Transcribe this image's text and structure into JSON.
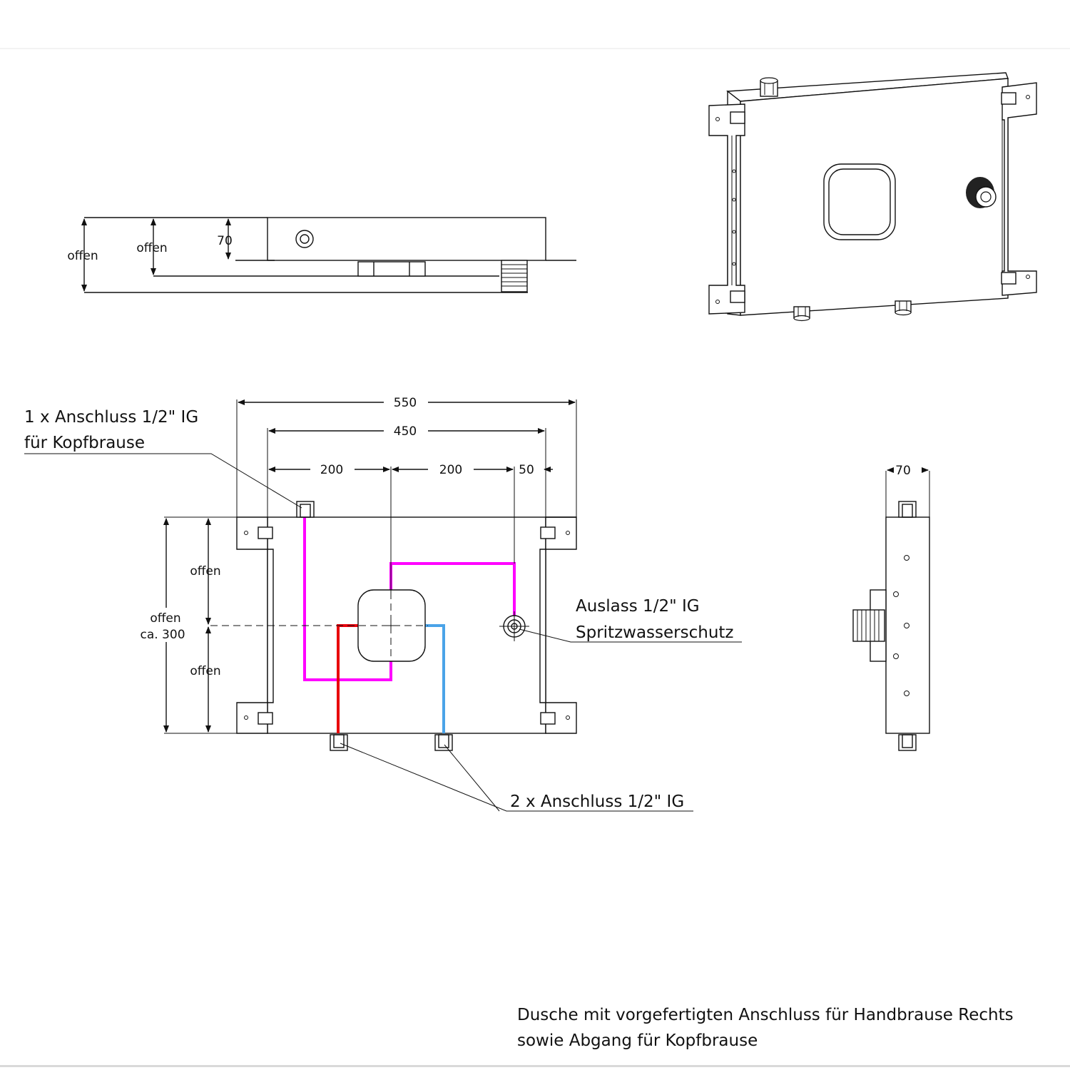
{
  "side_view": {
    "labels": {
      "outer": "offen",
      "inner": "offen",
      "depth": "70"
    }
  },
  "front_view": {
    "dimensions": {
      "overall_width": "550",
      "inner_width": "450",
      "left_segment": "200",
      "middle_segment": "200",
      "right_segment": "50"
    },
    "height_labels": {
      "upper": "offen",
      "lower": "offen",
      "total_line1": "offen",
      "total_line2": "ca. 300"
    },
    "callouts": {
      "top_connection_line1": "1 x Anschluss 1/2\" IG",
      "top_connection_line2": "für Kopfbrause",
      "outlet_line1": "Auslass 1/2\" IG",
      "outlet_line2": "Spritzwasserschutz",
      "bottom_connections": "2 x Anschluss 1/2\" IG"
    },
    "pipe_colors": {
      "hot": "#e8000b",
      "cold": "#4aa3e8",
      "mixed": "#ff00ff"
    }
  },
  "end_view": {
    "dimensions": {
      "depth": "70"
    }
  },
  "caption": {
    "line1": "Dusche mit vorgefertigten Anschluss für Handbrause Rechts",
    "line2": "sowie Abgang für Kopfbrause"
  }
}
